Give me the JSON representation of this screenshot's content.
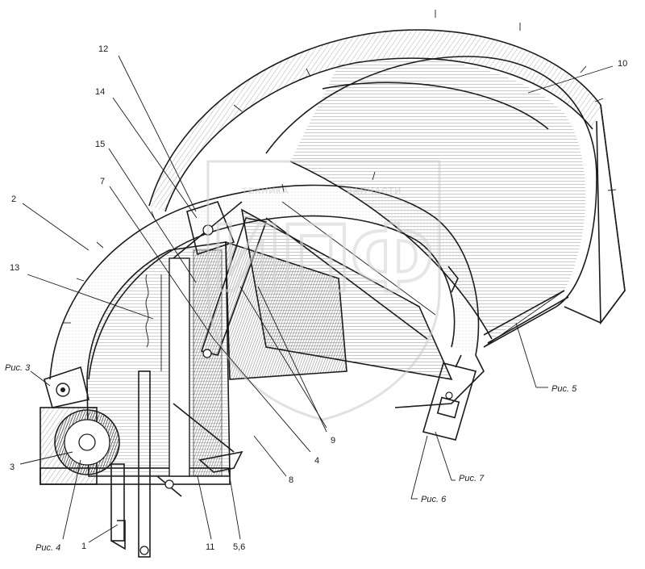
{
  "watermark": {
    "left_word": "ТЕХНИКА",
    "right_word": "ЗАПЧАСТИ",
    "letters": "ИПФ"
  },
  "callouts": [
    {
      "id": "c1",
      "text": "1"
    },
    {
      "id": "c2",
      "text": "2"
    },
    {
      "id": "c3",
      "text": "3"
    },
    {
      "id": "c4a",
      "text": "4"
    },
    {
      "id": "c56",
      "text": "5,6"
    },
    {
      "id": "c7",
      "text": "7"
    },
    {
      "id": "c8",
      "text": "8"
    },
    {
      "id": "c9",
      "text": "9"
    },
    {
      "id": "c10",
      "text": "10"
    },
    {
      "id": "c11",
      "text": "11"
    },
    {
      "id": "c12",
      "text": "12"
    },
    {
      "id": "c13",
      "text": "13"
    },
    {
      "id": "c14",
      "text": "14"
    },
    {
      "id": "c15",
      "text": "15"
    },
    {
      "id": "r3",
      "text": "Рис. 3"
    },
    {
      "id": "r4",
      "text": "Рис. 4"
    },
    {
      "id": "r5",
      "text": "Рис. 5"
    },
    {
      "id": "r6",
      "text": "Рис. 6"
    },
    {
      "id": "r7",
      "text": "Рис. 7"
    }
  ]
}
